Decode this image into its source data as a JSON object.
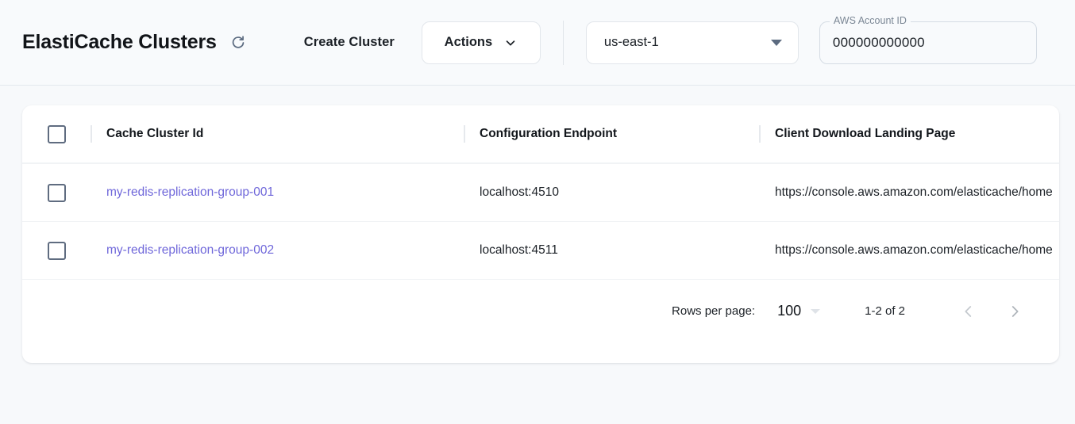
{
  "header": {
    "title": "ElastiCache Clusters",
    "refresh_icon": "refresh-icon",
    "create_cluster_label": "Create Cluster",
    "actions_label": "Actions",
    "actions_caret_icon": "chevron-down-icon",
    "region": {
      "value": "us-east-1",
      "caret_icon": "caret-down-icon"
    },
    "account": {
      "label": "AWS Account ID",
      "value": "000000000000"
    }
  },
  "table": {
    "columns": [
      {
        "label": "Cache Cluster Id"
      },
      {
        "label": "Configuration Endpoint"
      },
      {
        "label": "Client Download Landing Page"
      }
    ],
    "rows": [
      {
        "cluster_id": "my-redis-replication-group-001",
        "endpoint": "localhost:4510",
        "landing_page": "https://console.aws.amazon.com/elasticache/home"
      },
      {
        "cluster_id": "my-redis-replication-group-002",
        "endpoint": "localhost:4511",
        "landing_page": "https://console.aws.amazon.com/elasticache/home"
      }
    ]
  },
  "pagination": {
    "rows_per_page_label": "Rows per page:",
    "rows_per_page_value": "100",
    "range_label": "1-2 of 2",
    "prev_icon": "chevron-left-icon",
    "next_icon": "chevron-right-icon"
  },
  "colors": {
    "page_background": "#f7f9fb",
    "header_background": "#f8fafc",
    "card_background": "#ffffff",
    "link": "#6f67da",
    "text_primary": "#1b2026",
    "border": "#e2e6eb"
  }
}
